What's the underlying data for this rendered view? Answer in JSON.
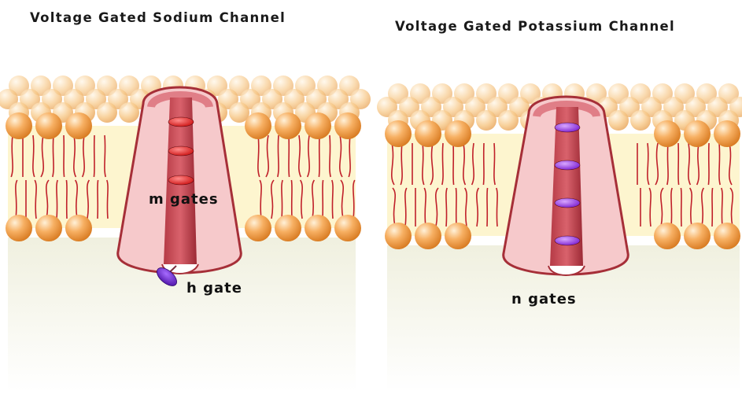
{
  "panels": [
    {
      "title": "Voltage Gated Sodium Channel",
      "labels": {
        "gates": "m gates",
        "inactivation": "h gate"
      },
      "gate_count": 3,
      "gate_color": "#e02525"
    },
    {
      "title": "Voltage Gated Potassium Channel",
      "labels": {
        "gates": "n gates"
      },
      "gate_count": 4,
      "gate_color": "#8a2bd6"
    }
  ],
  "colors": {
    "lipid_head": "#f5a64a",
    "lipid_tail": "#c0202a",
    "membrane_core": "#fdf5cf",
    "channel_fill": "#f6c9cb",
    "channel_wall": "#a62f38",
    "h_gate": "#6a21c8"
  }
}
